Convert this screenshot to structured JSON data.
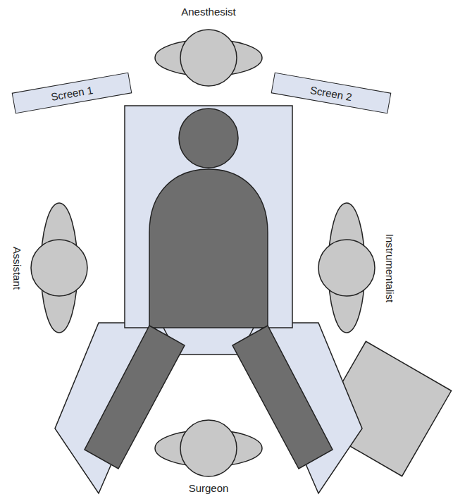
{
  "diagram": {
    "nodes": [
      {
        "text": [
          "Screen 1"
        ]
      },
      {
        "text": [
          "Screen 2"
        ]
      }
    ],
    "labels": [
      "Anesthesist",
      "Assistant",
      "Instrumentalist",
      "Surgeon"
    ]
  }
}
